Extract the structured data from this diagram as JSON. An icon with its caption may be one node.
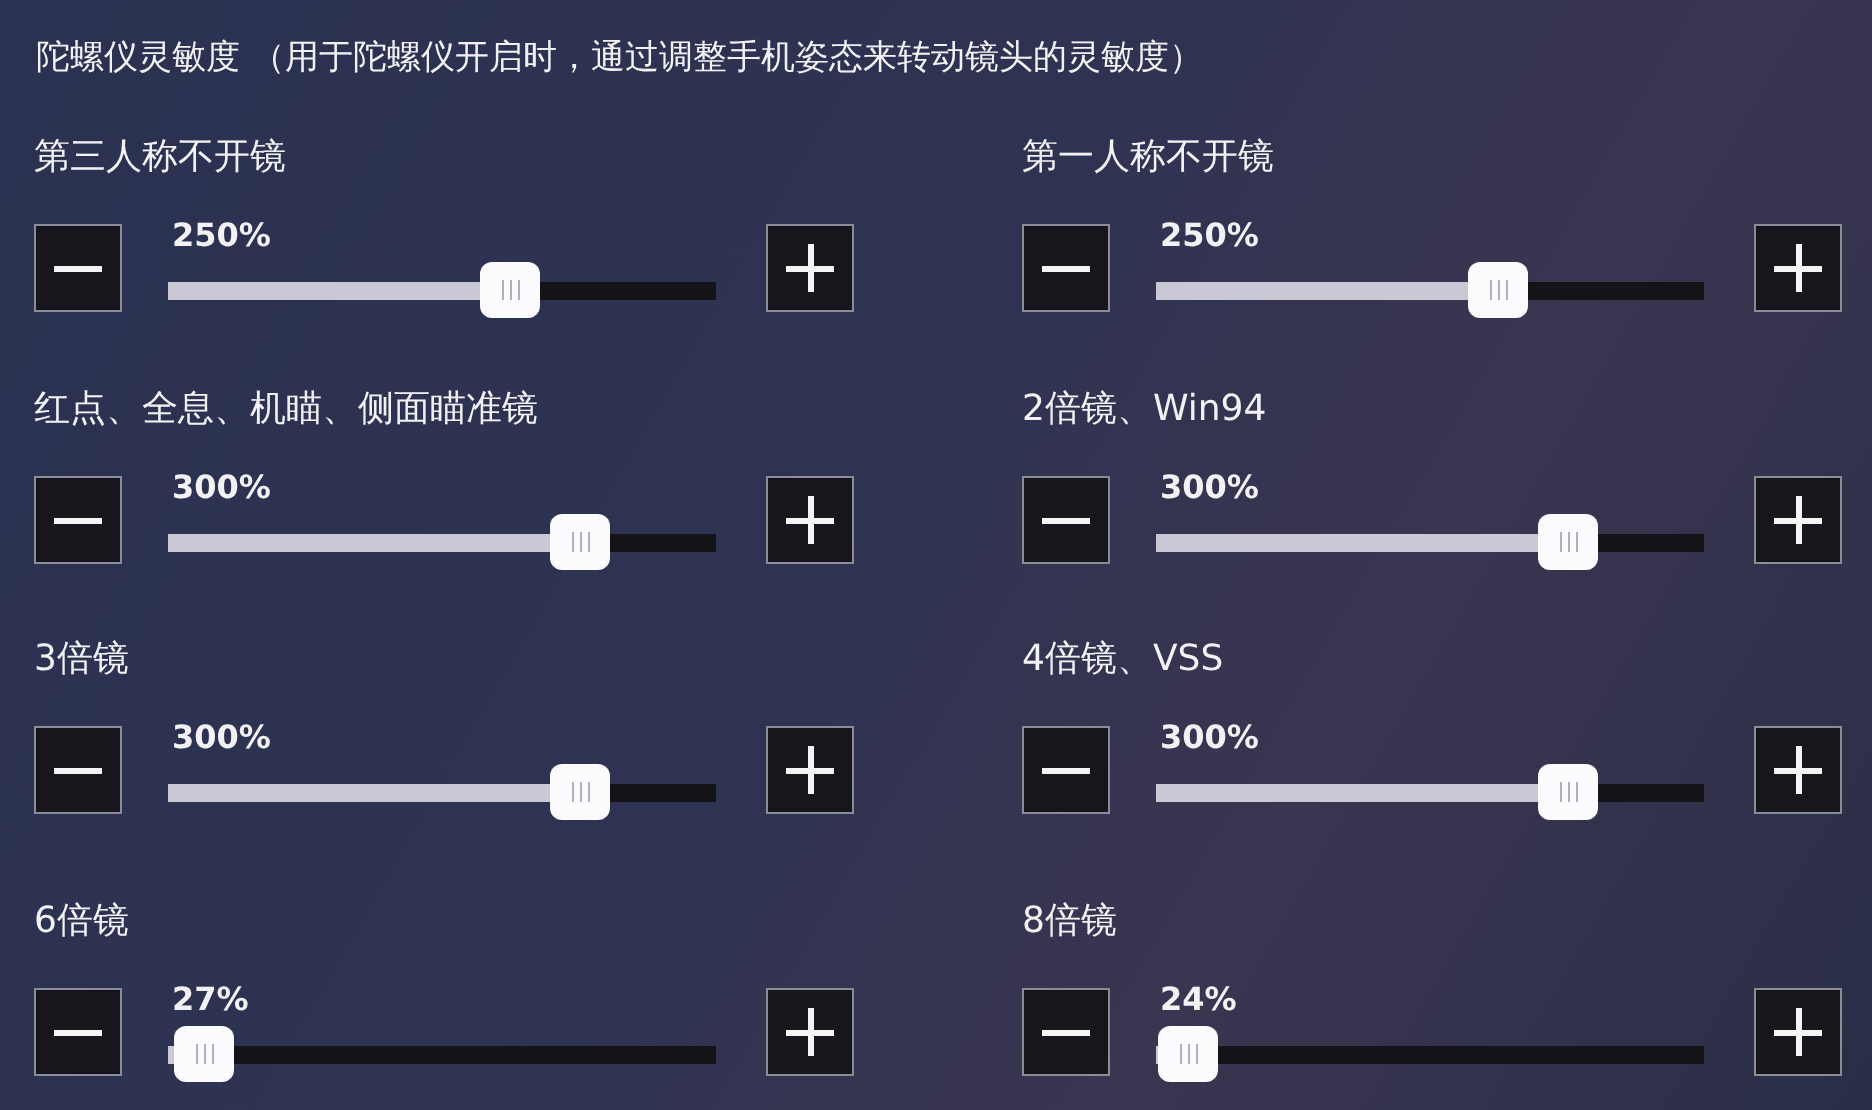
{
  "diagram": {
    "title": "陀螺仪灵敏度 （用于陀螺仪开启时，通过调整手机姿态来转动镜头的灵敏度）",
    "labels": [
      "第三人称不开镜",
      "第一人称不开镜",
      "250%",
      "250%",
      "红点、全息、机瞄、侧面瞄准镜",
      "2倍镜、Win94",
      "300%",
      "300%",
      "3倍镜",
      "4倍镜、VSS",
      "300%",
      "300%",
      "6倍镜",
      "8倍镜",
      "27%",
      "24%"
    ]
  }
}
